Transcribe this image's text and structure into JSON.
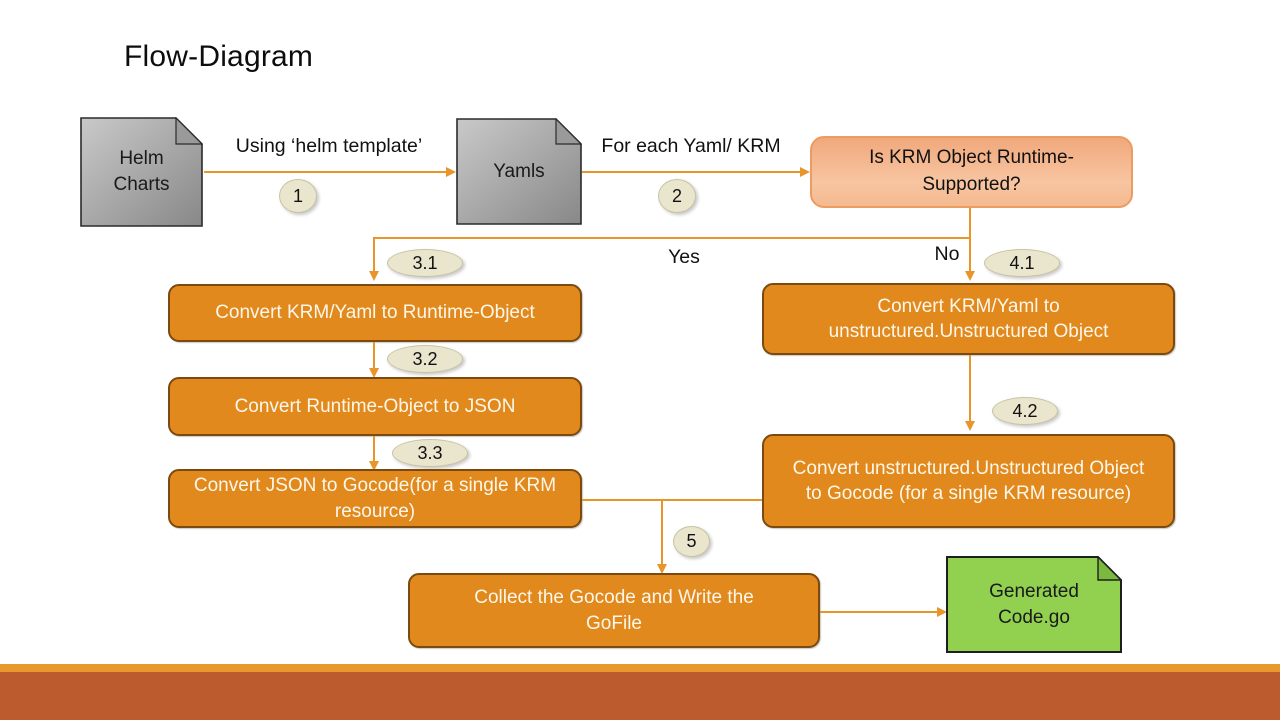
{
  "slide": {
    "title": "Flow-Diagram"
  },
  "nodes": {
    "helm_charts": {
      "label": "Helm Charts",
      "type": "document"
    },
    "yamls": {
      "label": "Yamls",
      "type": "document"
    },
    "decision": {
      "label": "Is KRM Object Runtime-Supported?",
      "type": "decision"
    },
    "convert_runtime": {
      "label": "Convert KRM/Yaml to Runtime-Object",
      "type": "process"
    },
    "runtime_to_json": {
      "label": "Convert Runtime-Object to JSON",
      "type": "process"
    },
    "json_to_gocode": {
      "label": "Convert JSON to Gocode(for a single KRM resource)",
      "type": "process"
    },
    "convert_unstructured": {
      "label": "Convert KRM/Yaml to unstructured.Unstructured Object",
      "type": "process"
    },
    "unstructured_to_gocode": {
      "label": "Convert unstructured.Unstructured Object to Gocode (for a single KRM resource)",
      "type": "process"
    },
    "collect_gocode": {
      "label": "Collect the Gocode and Write the GoFile",
      "type": "process"
    },
    "generated_code": {
      "label": "Generated Code.go",
      "type": "document"
    }
  },
  "edges": {
    "helm_to_yamls": {
      "label": "Using ‘helm template’",
      "badge": "1"
    },
    "yamls_to_decision": {
      "label": "For each Yaml/ KRM",
      "badge": "2"
    },
    "yes_label": "Yes",
    "no_label": "No",
    "badge_3_1": "3.1",
    "badge_3_2": "3.2",
    "badge_3_3": "3.3",
    "badge_4_1": "4.1",
    "badge_4_2": "4.2",
    "badge_5": "5"
  },
  "colors": {
    "process_fill": "#E2891D",
    "process_border": "#7B4A10",
    "process_text": "#FCF7EA",
    "decision_fill": "#F5B88F",
    "decision_border": "#EC9B61",
    "document_gray": "#A9A9A9",
    "terminal_green": "#92D050",
    "connector": "#E8962A",
    "badge_fill": "#EAE6CD",
    "footer_strip": "#E9982C",
    "footer_bar": "#BC5B2D"
  }
}
